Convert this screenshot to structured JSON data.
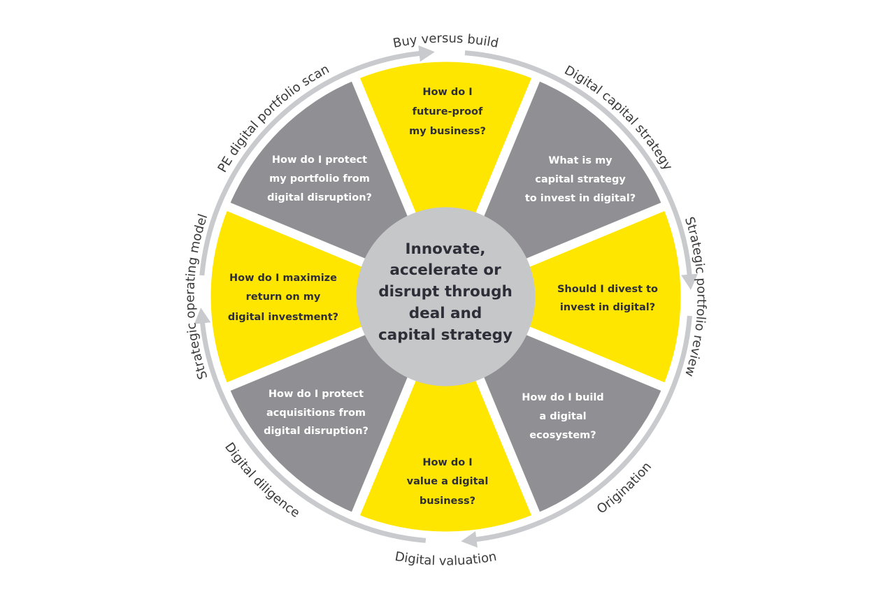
{
  "colors": {
    "yellow": "#FFE600",
    "gray": "#909094",
    "center": "#C6C7C9",
    "ring": "#C9CACD",
    "dark_text": "#2E2E38",
    "label_text": "#3A3A3A"
  },
  "center": {
    "lines": [
      "Innovate,",
      "accelerate or",
      "disrupt through",
      "deal and",
      "capital strategy"
    ]
  },
  "segments": [
    {
      "color": "yellow",
      "lines": [
        "How do I",
        "future-proof",
        "my business?"
      ]
    },
    {
      "color": "gray",
      "lines": [
        "What is my",
        "capital strategy",
        "to invest in digital?"
      ]
    },
    {
      "color": "yellow",
      "lines": [
        "Should I divest to",
        "invest in digital?"
      ]
    },
    {
      "color": "gray",
      "lines": [
        "How do I build",
        "a digital",
        "ecosystem?"
      ]
    },
    {
      "color": "yellow",
      "lines": [
        "How do I",
        "value a digital",
        "business?"
      ]
    },
    {
      "color": "gray",
      "lines": [
        "How do I protect",
        "acquisitions from",
        "digital disruption?"
      ]
    },
    {
      "color": "yellow",
      "lines": [
        "How do I maximize",
        "return on my",
        "digital investment?"
      ]
    },
    {
      "color": "gray",
      "lines": [
        "How do I protect",
        "my portfolio from",
        "digital disruption?"
      ]
    }
  ],
  "ring_labels": [
    "Buy versus build",
    "Digital capital strategy",
    "Strategic portfolio review",
    "Origination",
    "Digital valuation",
    "Digital diligence",
    "Strategic operating model",
    "PE digital portfolio scan"
  ]
}
